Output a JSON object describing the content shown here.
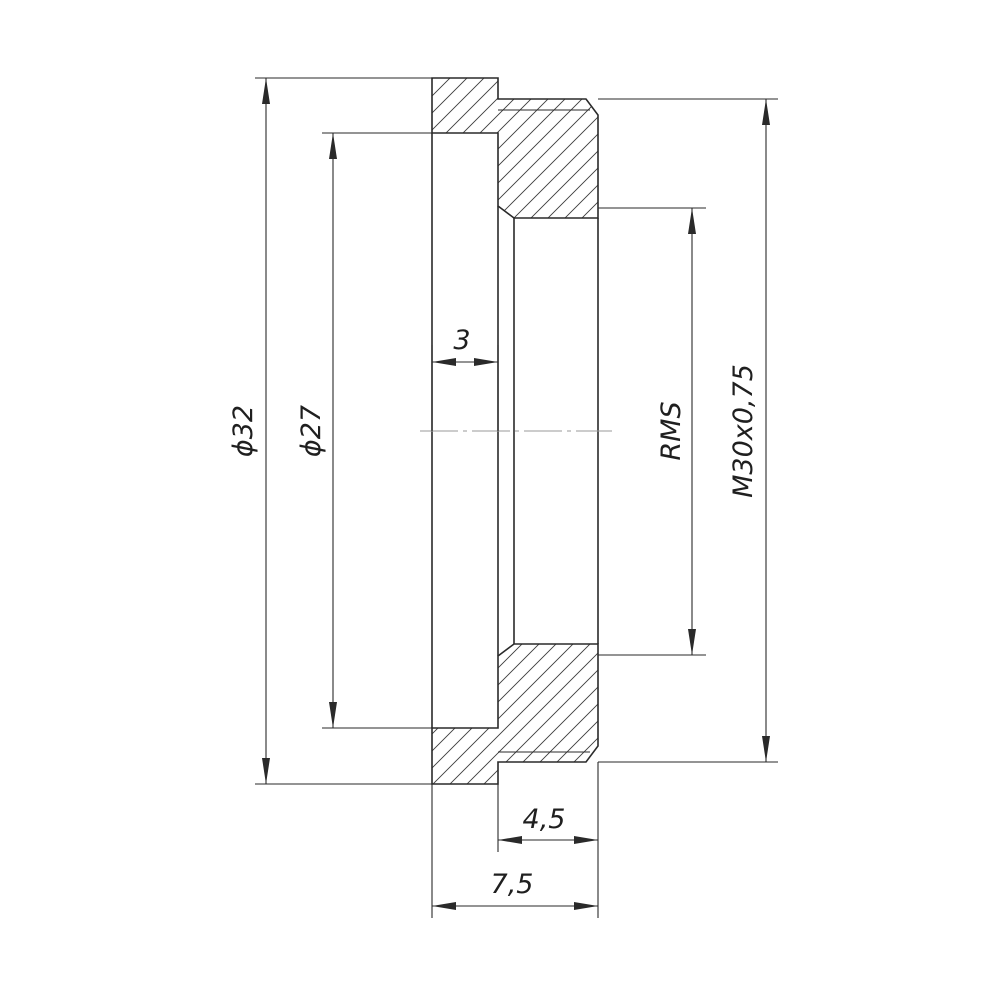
{
  "dimensions": {
    "outer_diameter": "ϕ32",
    "inner_diameter": "ϕ27",
    "step_width": "3",
    "thread_minor": "RMS",
    "thread_major": "M30x0,75",
    "thread_length": "4,5",
    "total_length": "7,5"
  },
  "style": {
    "line_color": "#2a2a2a",
    "background": "#ffffff"
  }
}
